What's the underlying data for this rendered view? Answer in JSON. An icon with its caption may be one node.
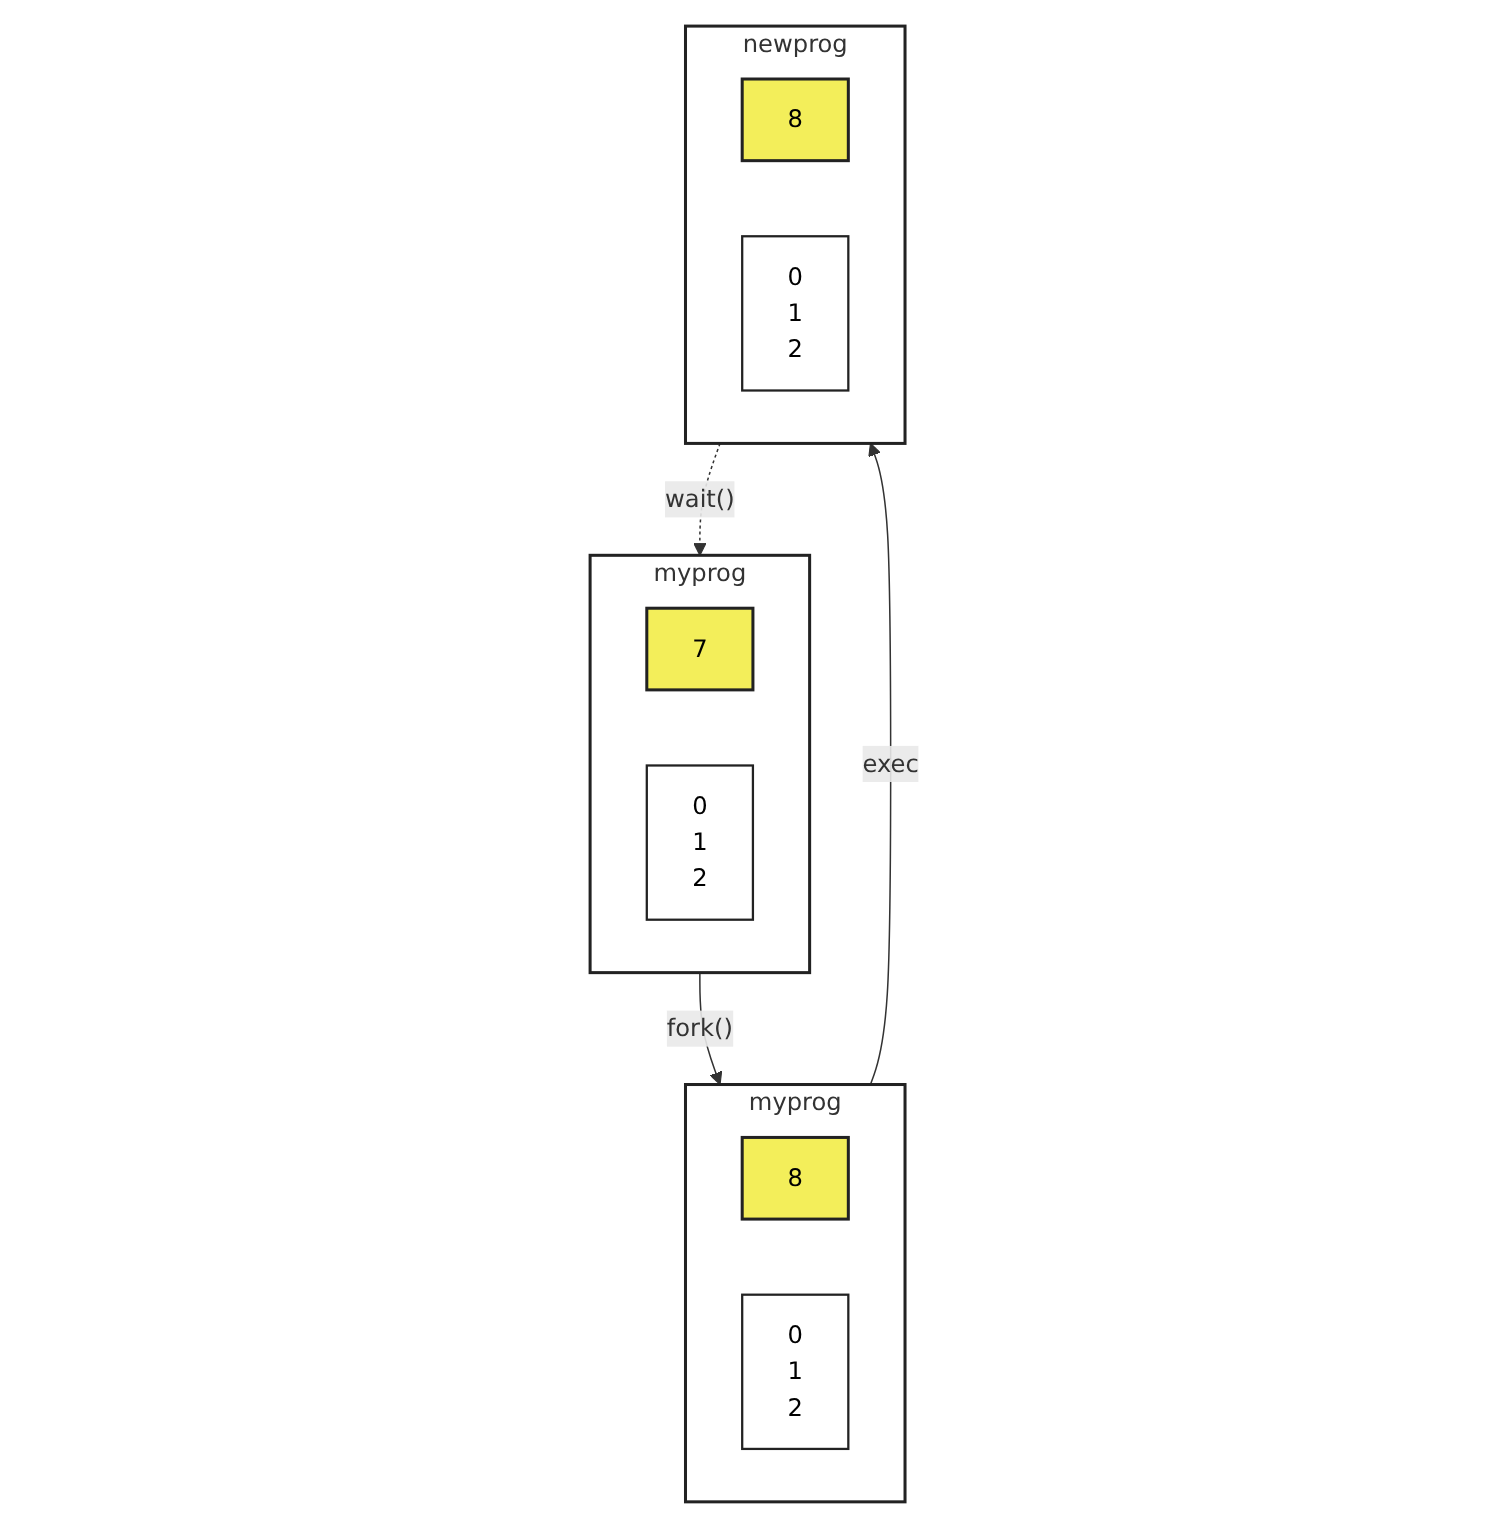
{
  "diagram": {
    "nodes": [
      {
        "text": [
          "myprog"
        ]
      },
      {
        "text": [
          "7"
        ],
        "in": 0
      },
      {
        "text": [
          "0",
          "1",
          "2"
        ],
        "in": 0
      },
      {
        "text": [
          "myprog"
        ]
      },
      {
        "text": [
          "8"
        ],
        "in": 3
      },
      {
        "text": [
          "0",
          "1",
          "2"
        ],
        "in": 3
      },
      {
        "text": [
          "newprog"
        ]
      },
      {
        "text": [
          "8"
        ],
        "in": 6
      },
      {
        "text": [
          "0",
          "1",
          "2"
        ],
        "in": 6
      }
    ],
    "edges": [
      {
        "from": 0,
        "to": 3,
        "arrow": "to",
        "label": "fork()"
      },
      {
        "from": 3,
        "to": 6,
        "arrow": "to",
        "label": "exec"
      },
      {
        "from": 6,
        "to": 0,
        "arrow": "to",
        "label": "wait()",
        "style": "dashed"
      }
    ]
  }
}
